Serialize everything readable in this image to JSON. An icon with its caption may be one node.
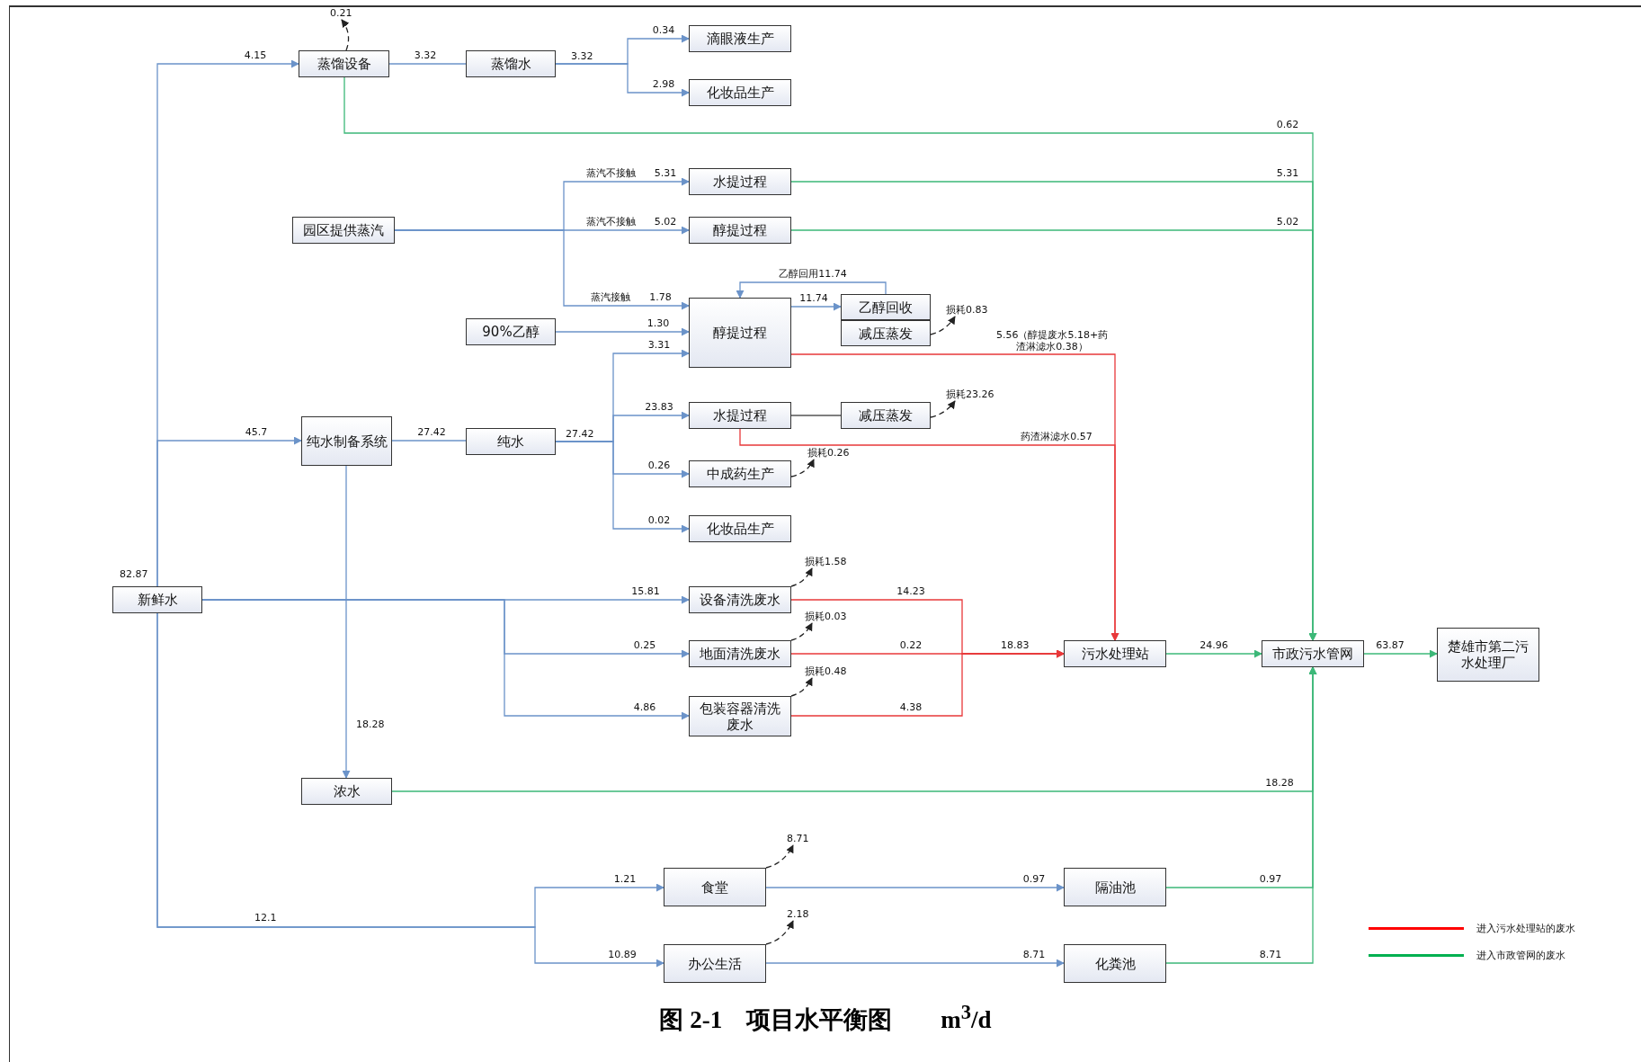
{
  "diagram": {
    "caption": "图 2-1　项目水平衡图　　m$^{3}$/d",
    "nodes": [
      {
        "text": [
          "新鲜水"
        ],
        "beside": [
          "82.87"
        ]
      },
      {
        "text": [
          "蒸馏设备"
        ]
      },
      {
        "text": [
          "蒸馏水"
        ],
        "beside": [
          "3.32"
        ]
      },
      {
        "text": [
          "滴眼液生产"
        ]
      },
      {
        "text": [
          "化妆品生产"
        ]
      },
      {
        "text": [
          "园区提供蒸汽"
        ]
      },
      {
        "text": [
          "水提过程"
        ]
      },
      {
        "text": [
          "醇提过程"
        ]
      },
      {
        "text": [
          "90%乙醇"
        ]
      },
      {
        "text": [
          "醇提过程"
        ]
      },
      {
        "text": [
          "乙醇回收"
        ]
      },
      {
        "text": [
          "减压蒸发"
        ]
      },
      {
        "text": [
          "纯水制备系统"
        ]
      },
      {
        "text": [
          "纯水"
        ],
        "beside": [
          "27.42"
        ]
      },
      {
        "text": [
          "水提过程"
        ]
      },
      {
        "text": [
          "减压蒸发"
        ]
      },
      {
        "text": [
          "中成药生产"
        ]
      },
      {
        "text": [
          "化妆品生产"
        ]
      },
      {
        "text": [
          "设备清洗废水"
        ]
      },
      {
        "text": [
          "地面清洗废水"
        ]
      },
      {
        "text": [
          "包装容器清洗废水"
        ]
      },
      {
        "text": [
          "污水处理站"
        ]
      },
      {
        "text": [
          "市政污水管网"
        ]
      },
      {
        "text": [
          "楚雄市第二污水处理厂"
        ]
      },
      {
        "text": [
          "浓水"
        ]
      },
      {
        "text": [
          "食堂"
        ]
      },
      {
        "text": [
          "隔油池"
        ]
      },
      {
        "text": [
          "办公生活"
        ]
      },
      {
        "text": [
          "化粪池"
        ]
      },
      {
        "text": [
          "0.21"
        ]
      },
      {
        "text": [
          "损耗0.83"
        ]
      },
      {
        "text": [
          "损耗23.26"
        ]
      },
      {
        "text": [
          "损耗0.26"
        ]
      },
      {
        "text": [
          "损耗1.58"
        ]
      },
      {
        "text": [
          "损耗0.03"
        ]
      },
      {
        "text": [
          "损耗0.48"
        ]
      },
      {
        "text": [
          "8.71"
        ]
      },
      {
        "text": [
          "2.18"
        ]
      }
    ],
    "edges": [
      {
        "from": 0,
        "to": 1,
        "arrow": "to",
        "label": "4.15"
      },
      {
        "from": 0,
        "to": 12,
        "arrow": "to",
        "label": "45.7"
      },
      {
        "from": 0,
        "to": 18,
        "arrow": "to",
        "label": "15.81"
      },
      {
        "from": 0,
        "to": 19,
        "arrow": "to",
        "label": "0.25"
      },
      {
        "from": 0,
        "to": 20,
        "arrow": "to",
        "label": "4.86"
      },
      {
        "from": 0,
        "to": 25,
        "arrow": "to",
        "label": "1.21"
      },
      {
        "from": 0,
        "to": 27,
        "arrow": "to",
        "label": "10.89"
      },
      {
        "from": 1,
        "to": 2,
        "arrow": "none",
        "label": "3.32"
      },
      {
        "from": 2,
        "to": 3,
        "arrow": "to",
        "label": "0.34"
      },
      {
        "from": 2,
        "to": 4,
        "arrow": "to",
        "label": "2.98"
      },
      {
        "from": 1,
        "to": 29,
        "arrow": "to",
        "style": "dashed",
        "color": "#222222"
      },
      {
        "from": 1,
        "to": 22,
        "arrow": "to",
        "label": "0.62",
        "color": "#3cb878"
      },
      {
        "from": 5,
        "to": 6,
        "arrow": "to",
        "label": "蒸汽不接触 5.31"
      },
      {
        "from": 5,
        "to": 7,
        "arrow": "to",
        "label": "蒸汽不接触 5.02"
      },
      {
        "from": 5,
        "to": 9,
        "arrow": "to",
        "label": "蒸汽接触 1.78"
      },
      {
        "from": 8,
        "to": 9,
        "arrow": "to",
        "label": "1.30"
      },
      {
        "from": 12,
        "to": 13,
        "arrow": "none",
        "label": "27.42"
      },
      {
        "from": 13,
        "to": 9,
        "arrow": "to",
        "label": "3.31"
      },
      {
        "from": 13,
        "to": 14,
        "arrow": "to",
        "label": "23.83"
      },
      {
        "from": 13,
        "to": 16,
        "arrow": "to",
        "label": "0.26"
      },
      {
        "from": 13,
        "to": 17,
        "arrow": "to",
        "label": "0.02"
      },
      {
        "from": 9,
        "to": 10,
        "arrow": "to",
        "label": "11.74"
      },
      {
        "from": 10,
        "to": 9,
        "arrow": "to",
        "label": "乙醇回用11.74"
      },
      {
        "from": 11,
        "to": 30,
        "arrow": "to",
        "style": "dashed",
        "color": "#222222"
      },
      {
        "from": 14,
        "to": 15,
        "arrow": "none",
        "color": "#555555"
      },
      {
        "from": 15,
        "to": 31,
        "arrow": "to",
        "style": "dashed",
        "color": "#222222"
      },
      {
        "from": 16,
        "to": 32,
        "arrow": "to",
        "style": "dashed",
        "color": "#222222"
      },
      {
        "from": 6,
        "to": 22,
        "arrow": "to",
        "label": "5.31",
        "color": "#3cb878"
      },
      {
        "from": 7,
        "to": 22,
        "arrow": "to",
        "label": "5.02",
        "color": "#3cb878"
      },
      {
        "from": 9,
        "to": 21,
        "arrow": "to",
        "label": "5.56（醇提废水5.18+药渣淋滤水0.38）",
        "color": "#e8383a"
      },
      {
        "from": 14,
        "to": 21,
        "arrow": "to",
        "label": "药渣淋滤水0.57",
        "color": "#e8383a"
      },
      {
        "from": 18,
        "to": 33,
        "arrow": "to",
        "style": "dashed",
        "color": "#222222"
      },
      {
        "from": 19,
        "to": 34,
        "arrow": "to",
        "style": "dashed",
        "color": "#222222"
      },
      {
        "from": 20,
        "to": 35,
        "arrow": "to",
        "style": "dashed",
        "color": "#222222"
      },
      {
        "from": 18,
        "to": 21,
        "arrow": "to",
        "label": "14.23",
        "color": "#e8383a"
      },
      {
        "from": 19,
        "to": 21,
        "arrow": "to",
        "label": "0.22",
        "color": "#e8383a"
      },
      {
        "from": 20,
        "to": 21,
        "arrow": "to",
        "label": "4.38",
        "color": "#e8383a"
      },
      {
        "from": 21,
        "to": 22,
        "arrow": "to",
        "label": "24.96",
        "color": "#3cb878"
      },
      {
        "from": 22,
        "to": 23,
        "arrow": "to",
        "label": "63.87",
        "color": "#3cb878"
      },
      {
        "from": 12,
        "to": 24,
        "arrow": "to",
        "label": "18.28"
      },
      {
        "from": 24,
        "to": 22,
        "arrow": "to",
        "label": "18.28",
        "color": "#3cb878"
      },
      {
        "from": 25,
        "to": 36,
        "arrow": "to",
        "style": "dashed",
        "color": "#222222"
      },
      {
        "from": 27,
        "to": 37,
        "arrow": "to",
        "style": "dashed",
        "color": "#222222"
      },
      {
        "from": 25,
        "to": 26,
        "arrow": "to",
        "label": "0.97"
      },
      {
        "from": 27,
        "to": 28,
        "arrow": "to",
        "label": "8.71"
      },
      {
        "from": 26,
        "to": 22,
        "arrow": "to",
        "label": "0.97",
        "color": "#3cb878"
      },
      {
        "from": 28,
        "to": 22,
        "arrow": "to",
        "label": "8.71",
        "color": "#3cb878"
      }
    ],
    "labels": [
      "18.83",
      "12.1"
    ],
    "legend": [
      {
        "text": "进入污水处理站的废水",
        "color": "#ff0000"
      },
      {
        "text": "进入市政管网的废水",
        "color": "#00b050"
      }
    ]
  }
}
